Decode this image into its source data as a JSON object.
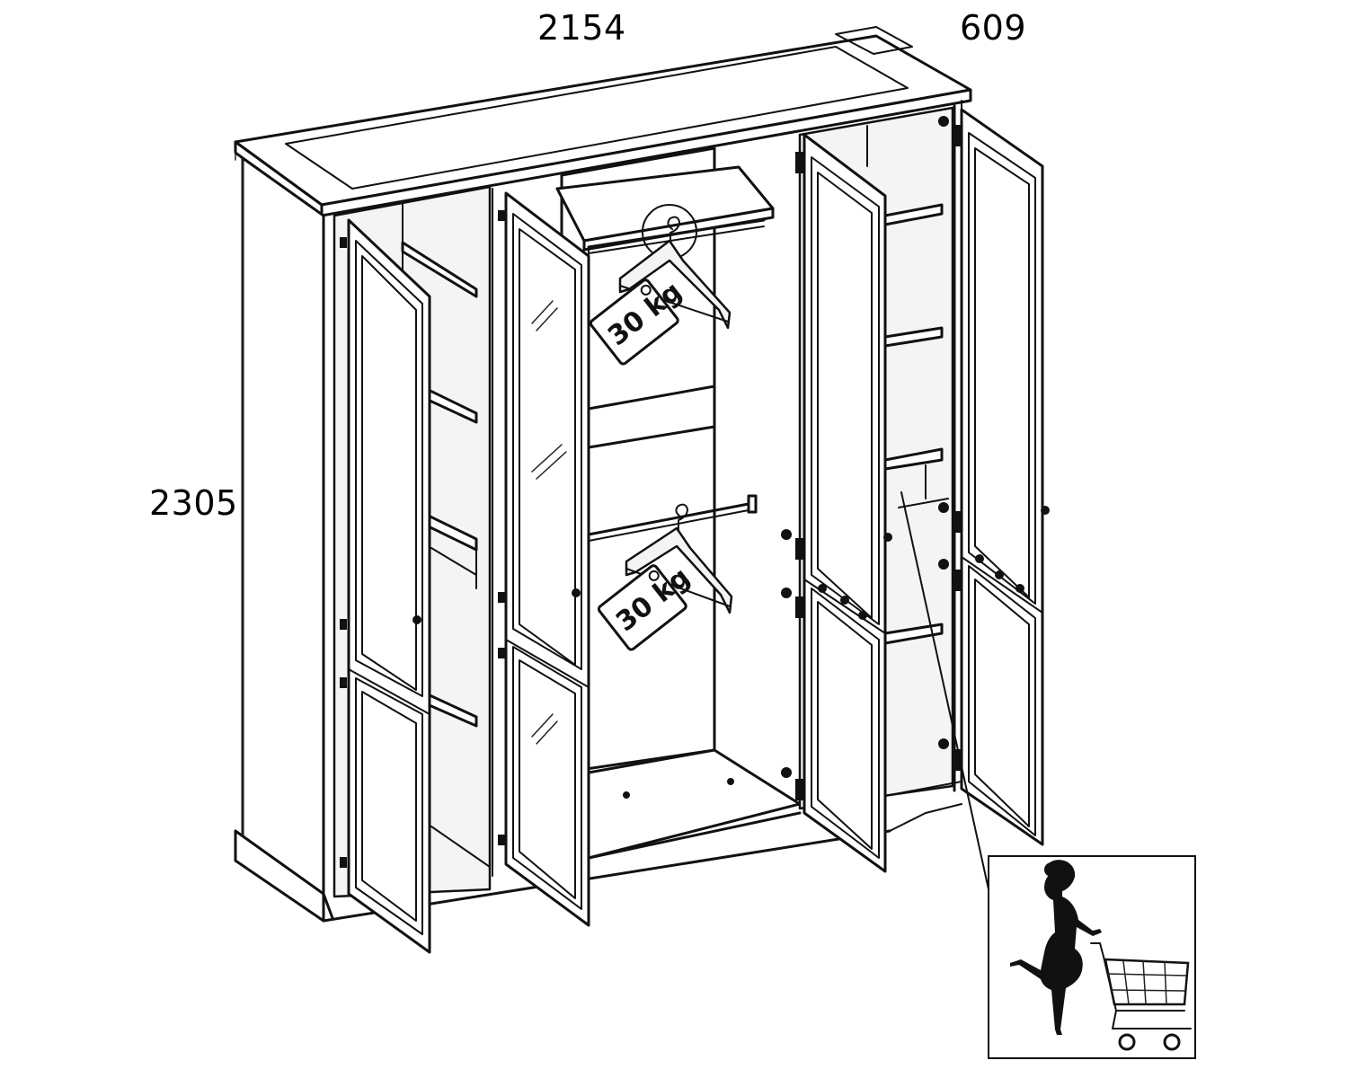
{
  "dimensions": {
    "width": "2154",
    "depth": "609",
    "height": "2305"
  },
  "load_tags": {
    "upper_rail": "30 kg",
    "lower_rail": "30 kg"
  },
  "icons": {
    "hanger": "hanger-icon",
    "shopping": "woman-with-shopping-cart-icon"
  }
}
